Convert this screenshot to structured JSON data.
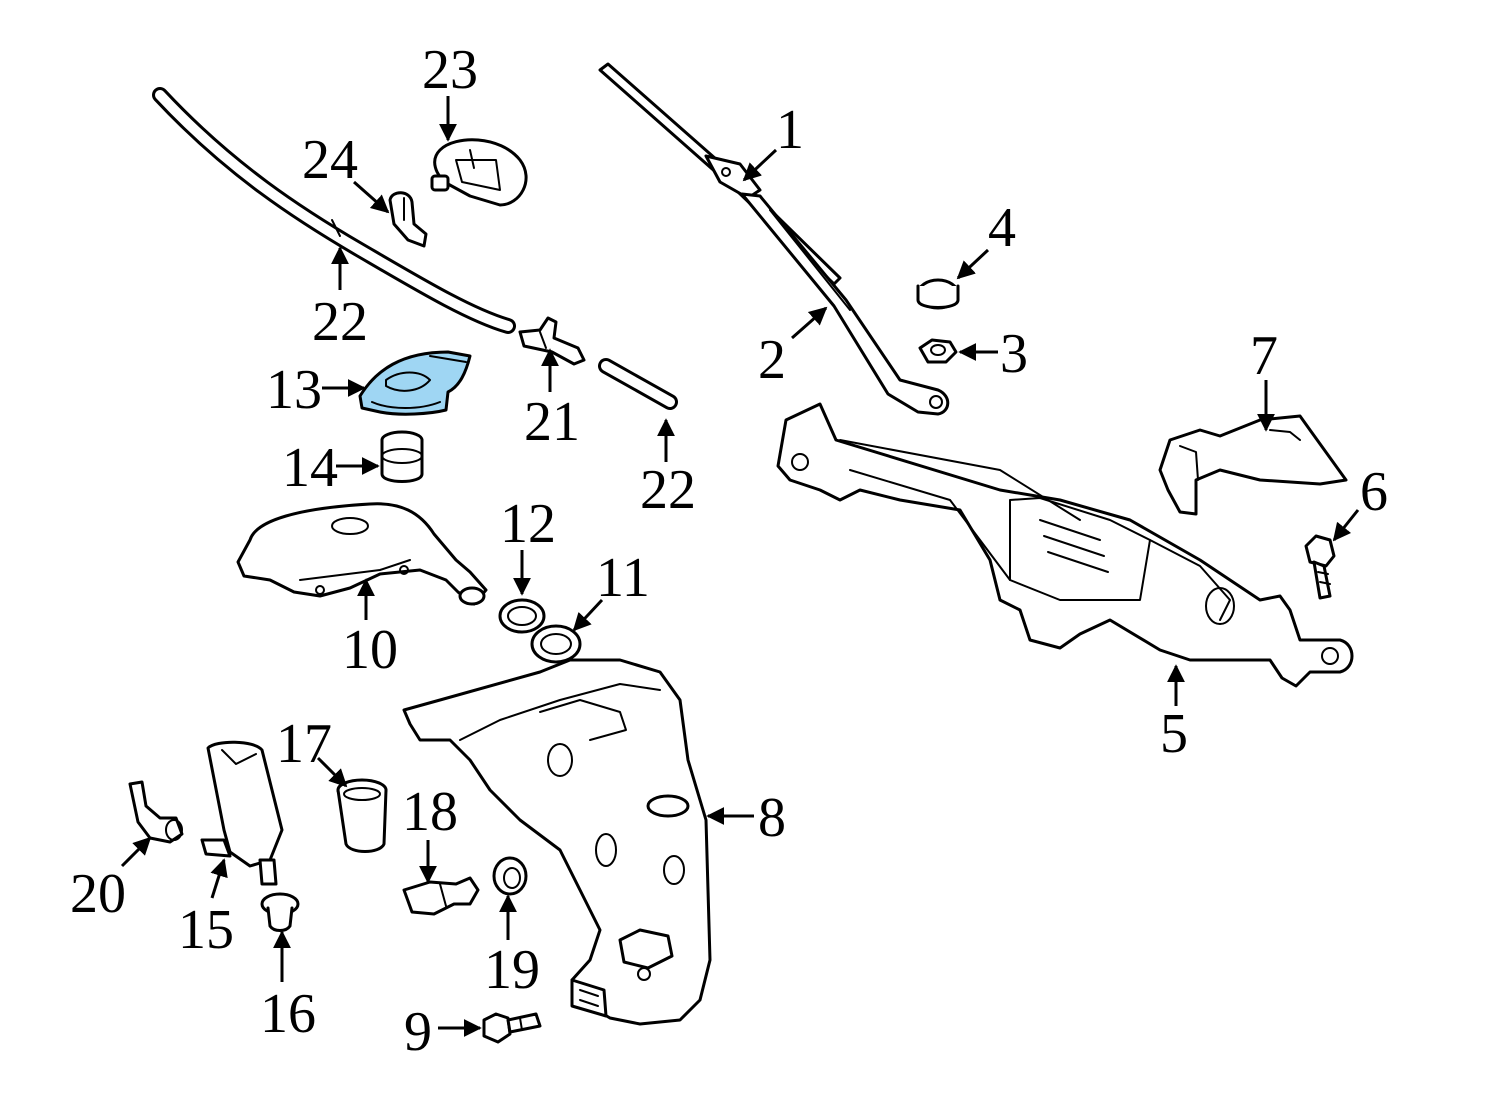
{
  "colors": {
    "line": "#000000",
    "background": "#ffffff",
    "highlight": "#9fd6f3"
  },
  "callouts": [
    {
      "label": "1"
    },
    {
      "label": "2"
    },
    {
      "label": "3"
    },
    {
      "label": "4"
    },
    {
      "label": "5"
    },
    {
      "label": "6"
    },
    {
      "label": "7"
    },
    {
      "label": "8"
    },
    {
      "label": "9"
    },
    {
      "label": "10"
    },
    {
      "label": "11"
    },
    {
      "label": "12"
    },
    {
      "label": "13"
    },
    {
      "label": "14"
    },
    {
      "label": "15"
    },
    {
      "label": "16"
    },
    {
      "label": "17"
    },
    {
      "label": "18"
    },
    {
      "label": "19"
    },
    {
      "label": "20"
    },
    {
      "label": "21"
    },
    {
      "label": "22"
    },
    {
      "label": "22"
    },
    {
      "label": "23"
    },
    {
      "label": "24"
    }
  ],
  "highlighted_callouts": [
    "13"
  ]
}
